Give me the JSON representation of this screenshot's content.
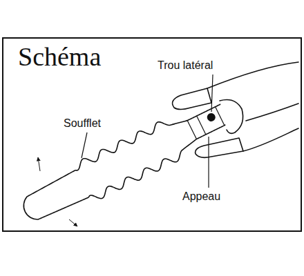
{
  "diagram": {
    "title": "Schéma",
    "labels": [
      "Trou latéral",
      "Soufflet",
      "Appeau"
    ]
  }
}
